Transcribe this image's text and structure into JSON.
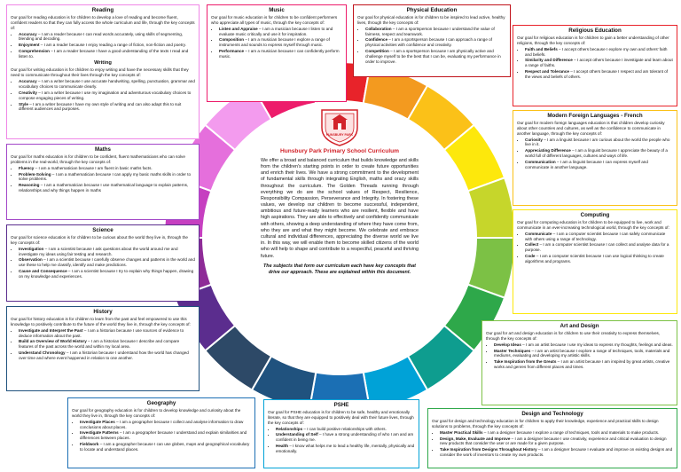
{
  "center": {
    "school_name": "Hunsbury Park Primary School",
    "logo_text": "HUNSBURY PARK PRIMARY SCHOOL",
    "title": "Hunsbury Park Primary School Curriculum",
    "body": "We offer a broad and balanced curriculum that builds knowledge and skills from the children's starting points in order to create future opportunities and enrich their lives. We have a strong commitment to the development of fundamental skills through integrating English, maths and oracy skills throughout the curriculum. The Golden Threads running through everything we do are the school values of Respect, Resilience, Responsibility Compassion, Perseverance and Integrity. In fostering these values, we develop our children to become successful, independent, ambitious and future-ready learners who are resilient, flexible and have high aspirations. They are able to effectively and confidently communicate with others, showing a deep understanding of where they have come from, who they are and what they might become. We celebrate and embrace cultural and individual differences, appreciating the diverse world we live in. In this way, we will enable them to become skilled citizens of the world who will help to shape and contribute to a respectful, peaceful and thriving future.",
    "summary": "The subjects that form our curriculum each have key concepts that drive our approach. These are explained within this document."
  },
  "colors": {
    "wheel": [
      "#e8232a",
      "#f39a1f",
      "#fbc118",
      "#fde80c",
      "#c6d62b",
      "#7cc145",
      "#2ea84a",
      "#0e9d8f",
      "#00a2d7",
      "#1b6fb4",
      "#20527e",
      "#2d4967",
      "#5b2d8e",
      "#8e2b97",
      "#c63fc0",
      "#e56fdc",
      "#f39bee",
      "#ed1c6b"
    ]
  },
  "boxes": [
    {
      "id": "reading",
      "border": "#f087e7",
      "title": "Reading",
      "intro": "Our goal for reading education is for children to develop a love of reading and become fluent, confident readers so that they can fully access the whole curriculum and life, through the key concepts of:",
      "items": [
        [
          "Accuracy",
          " – I am a reader because I can read words accurately, using skills of segmenting, blending and decoding."
        ],
        [
          "Enjoyment",
          " – I am a reader because I enjoy reading a range of fiction, non-fiction and poetry."
        ],
        [
          "Comprehension",
          " – I am a reader because I have a good understanding of the texts I read and listen to."
        ]
      ],
      "title2": "Writing",
      "intro2": "Our goal for writing education is for children to enjoy writing and have the necessary skills that they need to communicate throughout their lives through the key concepts of:",
      "items2": [
        [
          "Accuracy",
          " – I am a writer because I use accurate handwriting, spelling, punctuation, grammar and vocabulary choices to communicate clearly."
        ],
        [
          "Creativity",
          " – I am a writer because I use my imagination and adventurous vocabulary choices to compose engaging pieces of writing."
        ],
        [
          "Style",
          " – I am a writer because I have my own style of writing and can also adapt this to suit different audiences and purposes."
        ]
      ]
    },
    {
      "id": "maths",
      "border": "#a347c8",
      "title": "Maths",
      "intro": "Our goal for maths education is for children to be confident, fluent mathematicians who can solve problems in the real-world, through the key concepts of:",
      "items": [
        [
          "Fluency",
          " – I am a mathematician because I am fluent in basic maths facts."
        ],
        [
          "Problem-Solving",
          " – I am a mathematician because I can apply my basic maths skills in order to solve problems."
        ],
        [
          "Reasoning",
          " – I am a mathematician because I use mathematical language to explain patterns, relationships and why things happen in maths"
        ]
      ]
    },
    {
      "id": "science",
      "border": "#5b2d8e",
      "title": "Science",
      "intro": "Our goal for science education is for children to be curious about the world they live in, through the key concepts of:",
      "items": [
        [
          "Investigation",
          " – I am a scientist because I ask questions about the world around me and investigate my ideas using fair testing and research."
        ],
        [
          "Observation",
          " – I am a scientist because I carefully observe changes and patterns in the world and use these to help me classify, identify and make predictions."
        ],
        [
          "Cause and Consequence",
          " – I am a scientist because I try to explain why things happen, drawing on my knowledge and experiences."
        ]
      ]
    },
    {
      "id": "history",
      "border": "#20527e",
      "title": "History",
      "intro": "Our goal for history education is for children to learn from the past and feel empowered to use this knowledge to positively contribute to the future of the world they live in, through the key concepts of:",
      "items": [
        [
          "Investigate and Interpret the Past",
          " – I am a historian because I use sources of evidence to deduce information about the past."
        ],
        [
          "Build an Overview of World History",
          " – I am a historian because I describe and compare features of the past across the world and within my local area."
        ],
        [
          "Understand Chronology",
          " – I am a historian because I understand how the world has changed over time and where event happened in relation to one another."
        ]
      ]
    },
    {
      "id": "geography",
      "border": "#1b6fb4",
      "title": "Geography",
      "intro": "Our goal for geography education is for children to develop knowledge and curiosity about the world they live in, through the key concepts of:",
      "items": [
        [
          "Investigate Places",
          " – I am a geographer because I collect and analyse information to draw conclusions about places."
        ],
        [
          "Investigate Patterns",
          " – I am a geographer because I understand and explain similarities and differences between places."
        ],
        [
          "Fieldwork",
          " – I am a geographer because I can use globes, maps and geographical vocabulary to locate and understand places."
        ]
      ]
    },
    {
      "id": "pshe",
      "border": "#00a2d7",
      "title": "PSHE",
      "intro": "Our goal for PSHE education is for children to be safe, healthy and emotionally literate, so that they are equipped to positively deal with their future lives, through the key concepts of:",
      "items": [
        [
          "Relationships",
          " – I can build positive relationships with others."
        ],
        [
          "Understanding of Self",
          " – I have a strong understanding of who I am and am confident in being me."
        ],
        [
          "Health",
          " – I know what helps me to lead a healthy life, mentally, physically and emotionally."
        ]
      ]
    },
    {
      "id": "dt",
      "border": "#2ea84a",
      "title": "Design and Technology",
      "intro": "Our goal for design and technology education is for children to apply their knowledge, experience and practical skills to design solutions to problems, through the key concepts of:",
      "items": [
        [
          "Master Practical Skills",
          " – I am a designer because I explore a range of techniques, tools and materials to make products."
        ],
        [
          "Design, Make, Evaluate and Improve",
          " – I am a designer because I use creativity, experience and critical evaluation to design new products that consider the user or are made for a given purpose."
        ],
        [
          "Take Inspiration from Designs Throughout History",
          " – I am a designer because I evaluate and improve on existing designs and consider the work of inventors to create my own products."
        ]
      ]
    },
    {
      "id": "art",
      "border": "#7cc145",
      "title": "Art and Design",
      "intro": "Our goal for art and design education is for children to use their creativity to express themselves, through the key concepts of:",
      "items": [
        [
          "Develop Ideas",
          " – I am an artist because I use my ideas to express my thoughts, feelings and ideas."
        ],
        [
          "Master Techniques",
          " – I am an artist because I explore a range of techniques, tools, materials and mediums, evaluating and developing my artistic skills."
        ],
        [
          "Take Inspiration from the Greats",
          " – I am an artist because I am inspired by great artists, creative works and genres from different places and times."
        ]
      ]
    },
    {
      "id": "computing",
      "border": "#fde80c",
      "title": "Computing",
      "intro": "Our goal for computing education is for children to be equipped to live, work and communicate in an ever-increasing technological world, through the key concepts of:",
      "items": [
        [
          "Communicate",
          " – I am a computer scientist because I can safely communicate with others using a range of technology."
        ],
        [
          "Collect",
          " – I am a computer scientist because I can collect and analyse data for a purpose."
        ],
        [
          "Code",
          " – I am a computer scientist because I can use logical thinking to create algorithms and programs."
        ]
      ]
    },
    {
      "id": "mfl",
      "border": "#fbc118",
      "title": "Modern Foreign Languages - French",
      "intro": "Our goal for modern foreign languages education is that children develop curiosity about other countries and cultures, as well as the confidence to communicate in another language, through the key concepts of:",
      "items": [
        [
          "Curiosity",
          " – I am a linguist because I am curious about the world the people who live in it."
        ],
        [
          "Appreciating Difference",
          " – I am a linguist because I appreciate the beauty of a world full of different languages, cultures and ways of life."
        ],
        [
          "Communication",
          " – I am a linguist because I can express myself and communicate in another language."
        ]
      ]
    },
    {
      "id": "re",
      "border": "#e8232a",
      "title": "Religious Education",
      "intro": "Our goal for religious education is for children to gain a better understanding of other religions, through the key concepts of:",
      "items": [
        [
          "Faith and Beliefs",
          " – I accept others because I explore my own and others' faith and beliefs."
        ],
        [
          "Similarity and Difference",
          " – I accept others because I investigate and learn about a range of faiths."
        ],
        [
          "Respect and Tolerance",
          " – I accept others because I respect and am tolerant of the views and beliefs of others."
        ]
      ]
    },
    {
      "id": "pe",
      "border": "#c0121a",
      "title": "Physical Education",
      "intro": "Our goal for physical education is for children to be inspired to lead active, healthy lives, through the key concepts of:",
      "items": [
        [
          "Collaboration",
          " – I am a sportsperson because I understand the value of fairness, respect and teamwork."
        ],
        [
          "Confidence",
          " – I am a sportsperson because I can approach a range of physical activities with confidence and creativity."
        ],
        [
          "Competition",
          " – I am a sportsperson because I am physically active and challenge myself to be the best that I can be, evaluating my performance in order to improve."
        ]
      ]
    },
    {
      "id": "music",
      "border": "#ed1c6b",
      "title": "Music",
      "intro": "Our goal for music education is for children to be confident performers who appreciate all types of music, through the key concepts of:",
      "items": [
        [
          "Listen and Appraise",
          " – I am a musician because I listen to and evaluate music critically and use it for inspiration."
        ],
        [
          "Composition",
          " – I am a musician because I explore a range of instruments and sounds to express myself through music."
        ],
        [
          "Performance",
          " – I am a musician because I can confidently perform music."
        ]
      ]
    }
  ]
}
